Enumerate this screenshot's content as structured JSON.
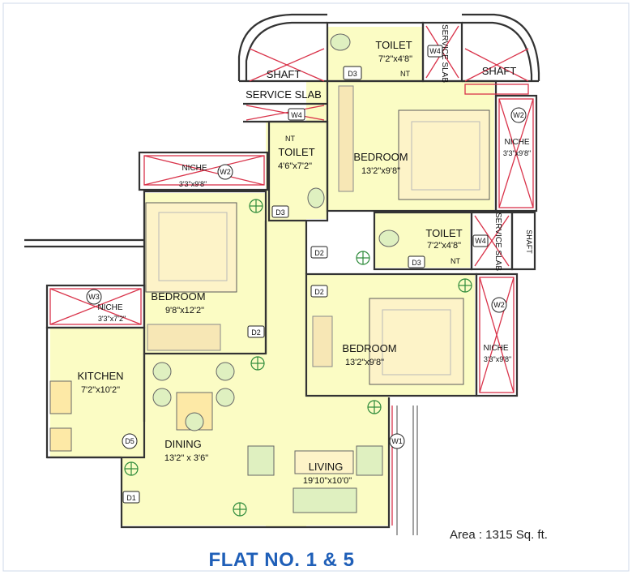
{
  "title": "FLAT NO. 1 & 5",
  "area": "Area : 1315 Sq. ft.",
  "rooms": {
    "toilet_top": {
      "name": "TOILET",
      "dim": "7'2\"x4'8\""
    },
    "shaft_left": "SHAFT",
    "shaft_right": "SHAFT",
    "service_slab_left": "SERVICE SLAB",
    "service_slab_top": "SERVICE SLAB",
    "bedroom_master": {
      "name": "BEDROOM",
      "dim": "13'2\"x9'8\""
    },
    "niche_right_top": {
      "name": "NICHE",
      "dim": "3'3\"x9'8\""
    },
    "toilet_mid": {
      "name": "TOILET",
      "dim": "4'6\"x7'2\""
    },
    "niche_left": {
      "name": "NICHE",
      "dim": "3'3\"x9'8\""
    },
    "toilet_right": {
      "name": "TOILET",
      "dim": "7'2\"x4'8\""
    },
    "service_slab_right": "SERVICE SLAB",
    "shaft_vert": "SHAFT",
    "bedroom_left": {
      "name": "BEDROOM",
      "dim": "9'8\"x12'2\""
    },
    "niche_w3": {
      "name": "NICHE",
      "dim": "3'3\"x7'2\""
    },
    "bedroom_right": {
      "name": "BEDROOM",
      "dim": "13'2\"x9'8\""
    },
    "niche_right_bottom": {
      "name": "NICHE",
      "dim": "3'3\"x9'8\""
    },
    "kitchen": {
      "name": "KITCHEN",
      "dim": "7'2\"x10'2\""
    },
    "dining": {
      "name": "DINING",
      "dim": "13'2\" x 3'6\""
    },
    "living": {
      "name": "LIVING",
      "dim": "19'10\"x10'0\""
    }
  },
  "tags": {
    "d1": "D1",
    "d2": "D2",
    "d3": "D3",
    "d5": "D5",
    "w1": "W1",
    "w2": "W2",
    "w3": "W3",
    "w4": "W4",
    "nt": "NT"
  }
}
